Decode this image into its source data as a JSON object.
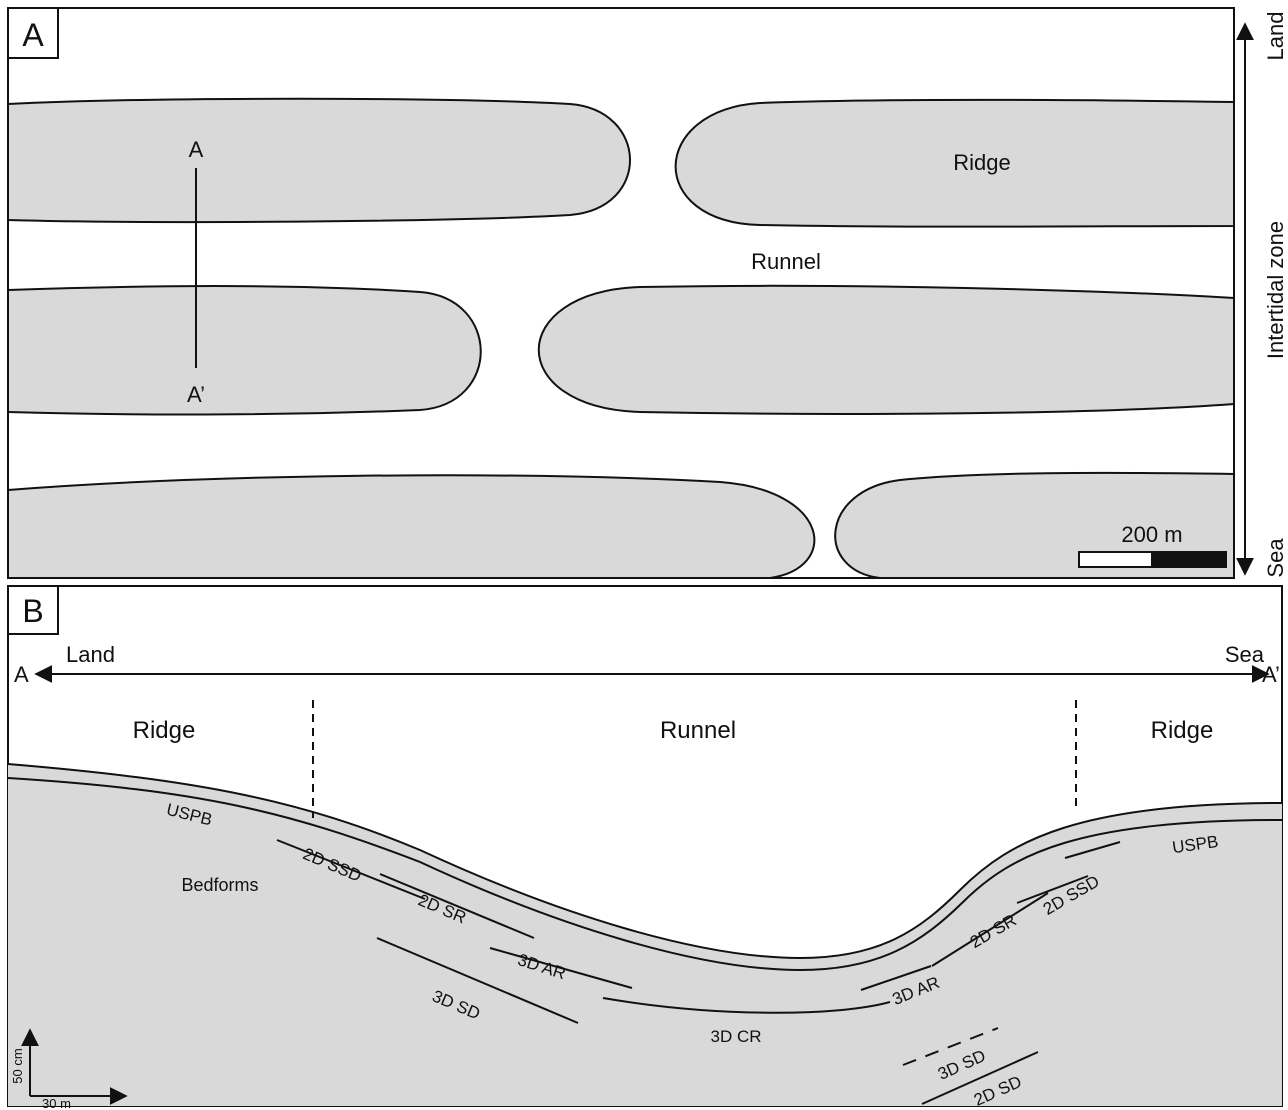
{
  "panel_a": {
    "label": "A",
    "section_start": "A",
    "section_end": "A’",
    "ridge_label": "Ridge",
    "runnel_label": "Runnel",
    "scale_label": "200 m",
    "side_axis": {
      "top": "Land",
      "middle": "Intertidal zone",
      "bottom": "Sea"
    }
  },
  "panel_b": {
    "label": "B",
    "left_end": "A",
    "right_end": "A’",
    "land_label": "Land",
    "sea_label": "Sea",
    "zones": {
      "left_ridge": "Ridge",
      "runnel": "Runnel",
      "right_ridge": "Ridge"
    },
    "bedforms_label": "Bedforms",
    "units": {
      "uspb_left": "USPB",
      "uspb_right": "USPB",
      "ssd_left": "2D SSD",
      "ssd_right": "2D SSD",
      "sr_left": "2D SR",
      "sr_right": "2D SR",
      "ar_left": "3D AR",
      "ar_right": "3D AR",
      "cr": "3D CR",
      "sd_left": "3D SD",
      "sd_right": "3D SD",
      "sd2_right": "2D SD"
    },
    "scale": {
      "vertical": "50 cm",
      "horizontal": "30 m"
    }
  },
  "colors": {
    "fill": "#d9d9d9",
    "stroke": "#111111",
    "background": "#ffffff"
  }
}
